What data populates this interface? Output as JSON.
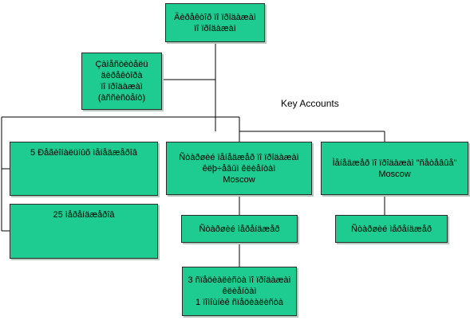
{
  "colors": {
    "box_fill": "#1ecb91",
    "line": "#000000"
  },
  "key_accounts_label": "Key Accounts",
  "boxes": {
    "director": [
      "Äèðåêòîð ïî ïðîäàæàì",
      ""
    ],
    "deputy": [
      "Çàìåñòèòåëü äèðåêòîðà",
      "ïî ïðîäàæàì",
      "(àññèñòåíò)"
    ],
    "regional": [
      "5 Ðåãèîíàëüíûõ ìåíåäæåðîâ"
    ],
    "managers_25": [
      "25 ìåðåíäæåðîâ"
    ],
    "moscow_key": [
      "Ñòàðøèé ìåíåäæåð ïî ïðîäàæàì",
      "êëþ÷åâûì êëèåíòàì",
      "Moscow"
    ],
    "moscow_manager": [
      "Ìåíåäæåð ïî ïðîäàæàì \"ñåòåâûå\"",
      "Moscow"
    ],
    "moscow_key_sub": [
      "Ñòàðøèé ìåðåíäæåð"
    ],
    "moscow_manager_sub": [
      "Ñòàðøèé ìåðåíäæåð"
    ],
    "three_staff": [
      "3 ñïåöèàëèñòà ïî ïðîäàæàì",
      "êëèåíòàì",
      "1 ïîìîùíèê ñïåöèàëèñòà"
    ]
  }
}
